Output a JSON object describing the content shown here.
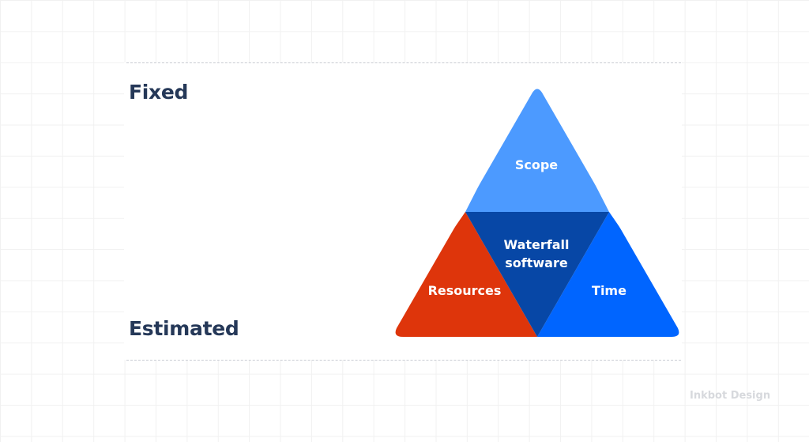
{
  "labels": {
    "fixed": "Fixed",
    "estimated": "Estimated"
  },
  "triangle": {
    "top": {
      "label": "Scope",
      "color": "#4c9aff"
    },
    "center": {
      "line1": "Waterfall",
      "line2": "software",
      "color": "#0747a6"
    },
    "left": {
      "label": "Resources",
      "color": "#de350b"
    },
    "right": {
      "label": "Time",
      "color": "#0065ff"
    }
  },
  "watermark": "Inkbot Design",
  "colors": {
    "label_text": "#253858",
    "dash": "#c9ccd3",
    "grid": "#f1f1f1"
  }
}
